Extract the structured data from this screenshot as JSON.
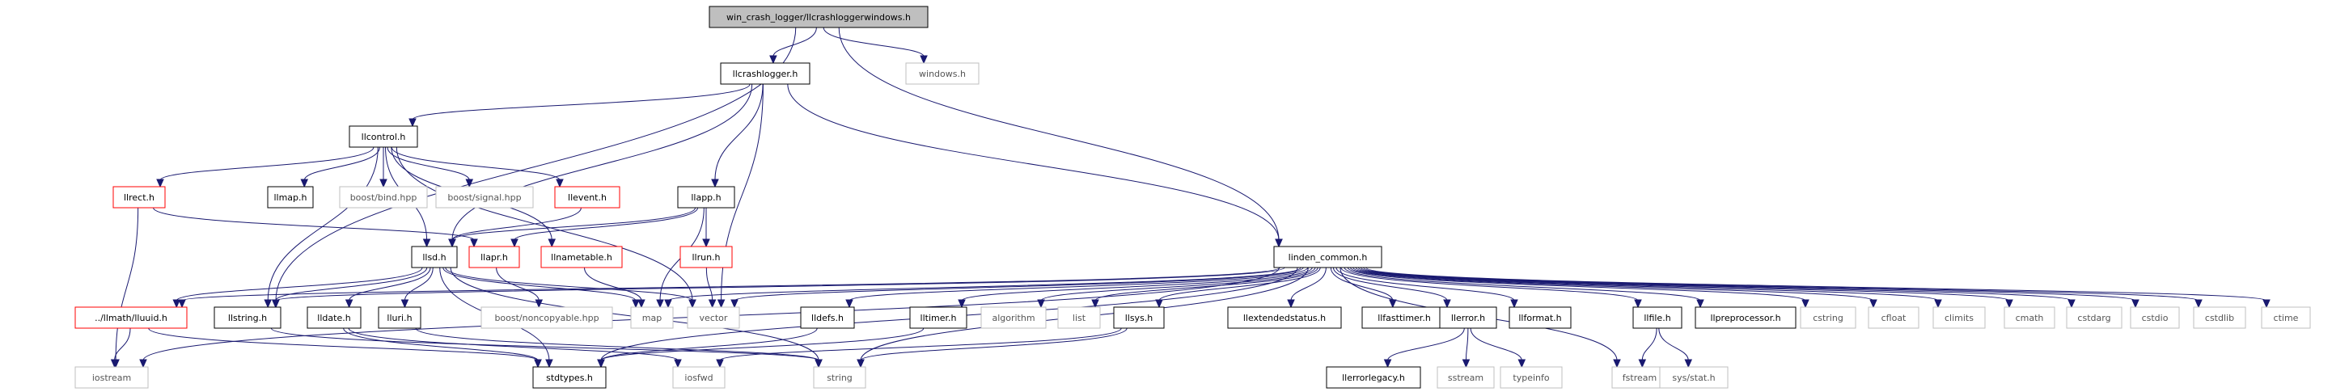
{
  "colors": {
    "edge": "#191970",
    "root_fill": "#bfbfbf",
    "border_black": "#000000",
    "border_red": "#ff0000",
    "border_gray": "#bfbfbf"
  },
  "nodes": {
    "root": "win_crash_logger/llcrashloggerwindows.h",
    "windows": "windows.h",
    "llcrashlogger": "llcrashlogger.h",
    "llcontrol": "llcontrol.h",
    "llrect": "llrect.h",
    "llmap": "llmap.h",
    "boostbind": "boost/bind.hpp",
    "boostsignal": "boost/signal.hpp",
    "llevent": "llevent.h",
    "llapp": "llapp.h",
    "llsd": "llsd.h",
    "llapr": "llapr.h",
    "llnametable": "llnametable.h",
    "llrun": "llrun.h",
    "lluuid": "../llmath/lluuid.h",
    "llstring": "llstring.h",
    "lldate": "lldate.h",
    "lluri": "lluri.h",
    "boostnoncopyable": "boost/noncopyable.hpp",
    "map": "map",
    "vector": "vector",
    "iostream": "iostream",
    "stdtypes": "stdtypes.h",
    "iosfwd": "iosfwd",
    "string": "string",
    "lindencommon": "linden_common.h",
    "lldefs": "lldefs.h",
    "lltimer": "lltimer.h",
    "algorithm": "algorithm",
    "list": "list",
    "llsys": "llsys.h",
    "llextendedstatus": "llextendedstatus.h",
    "llfasttimer": "llfasttimer.h",
    "llerror": "llerror.h",
    "llformat": "llformat.h",
    "llfile": "llfile.h",
    "llpreprocessor": "llpreprocessor.h",
    "cstring": "cstring",
    "cfloat": "cfloat",
    "climits": "climits",
    "cmath": "cmath",
    "cstdarg": "cstdarg",
    "cstdio": "cstdio",
    "cstdlib": "cstdlib",
    "ctime": "ctime",
    "llerrorlegacy": "llerrorlegacy.h",
    "sstream": "sstream",
    "typeinfo": "typeinfo",
    "fstream": "fstream",
    "sysstat": "sys/stat.h"
  }
}
